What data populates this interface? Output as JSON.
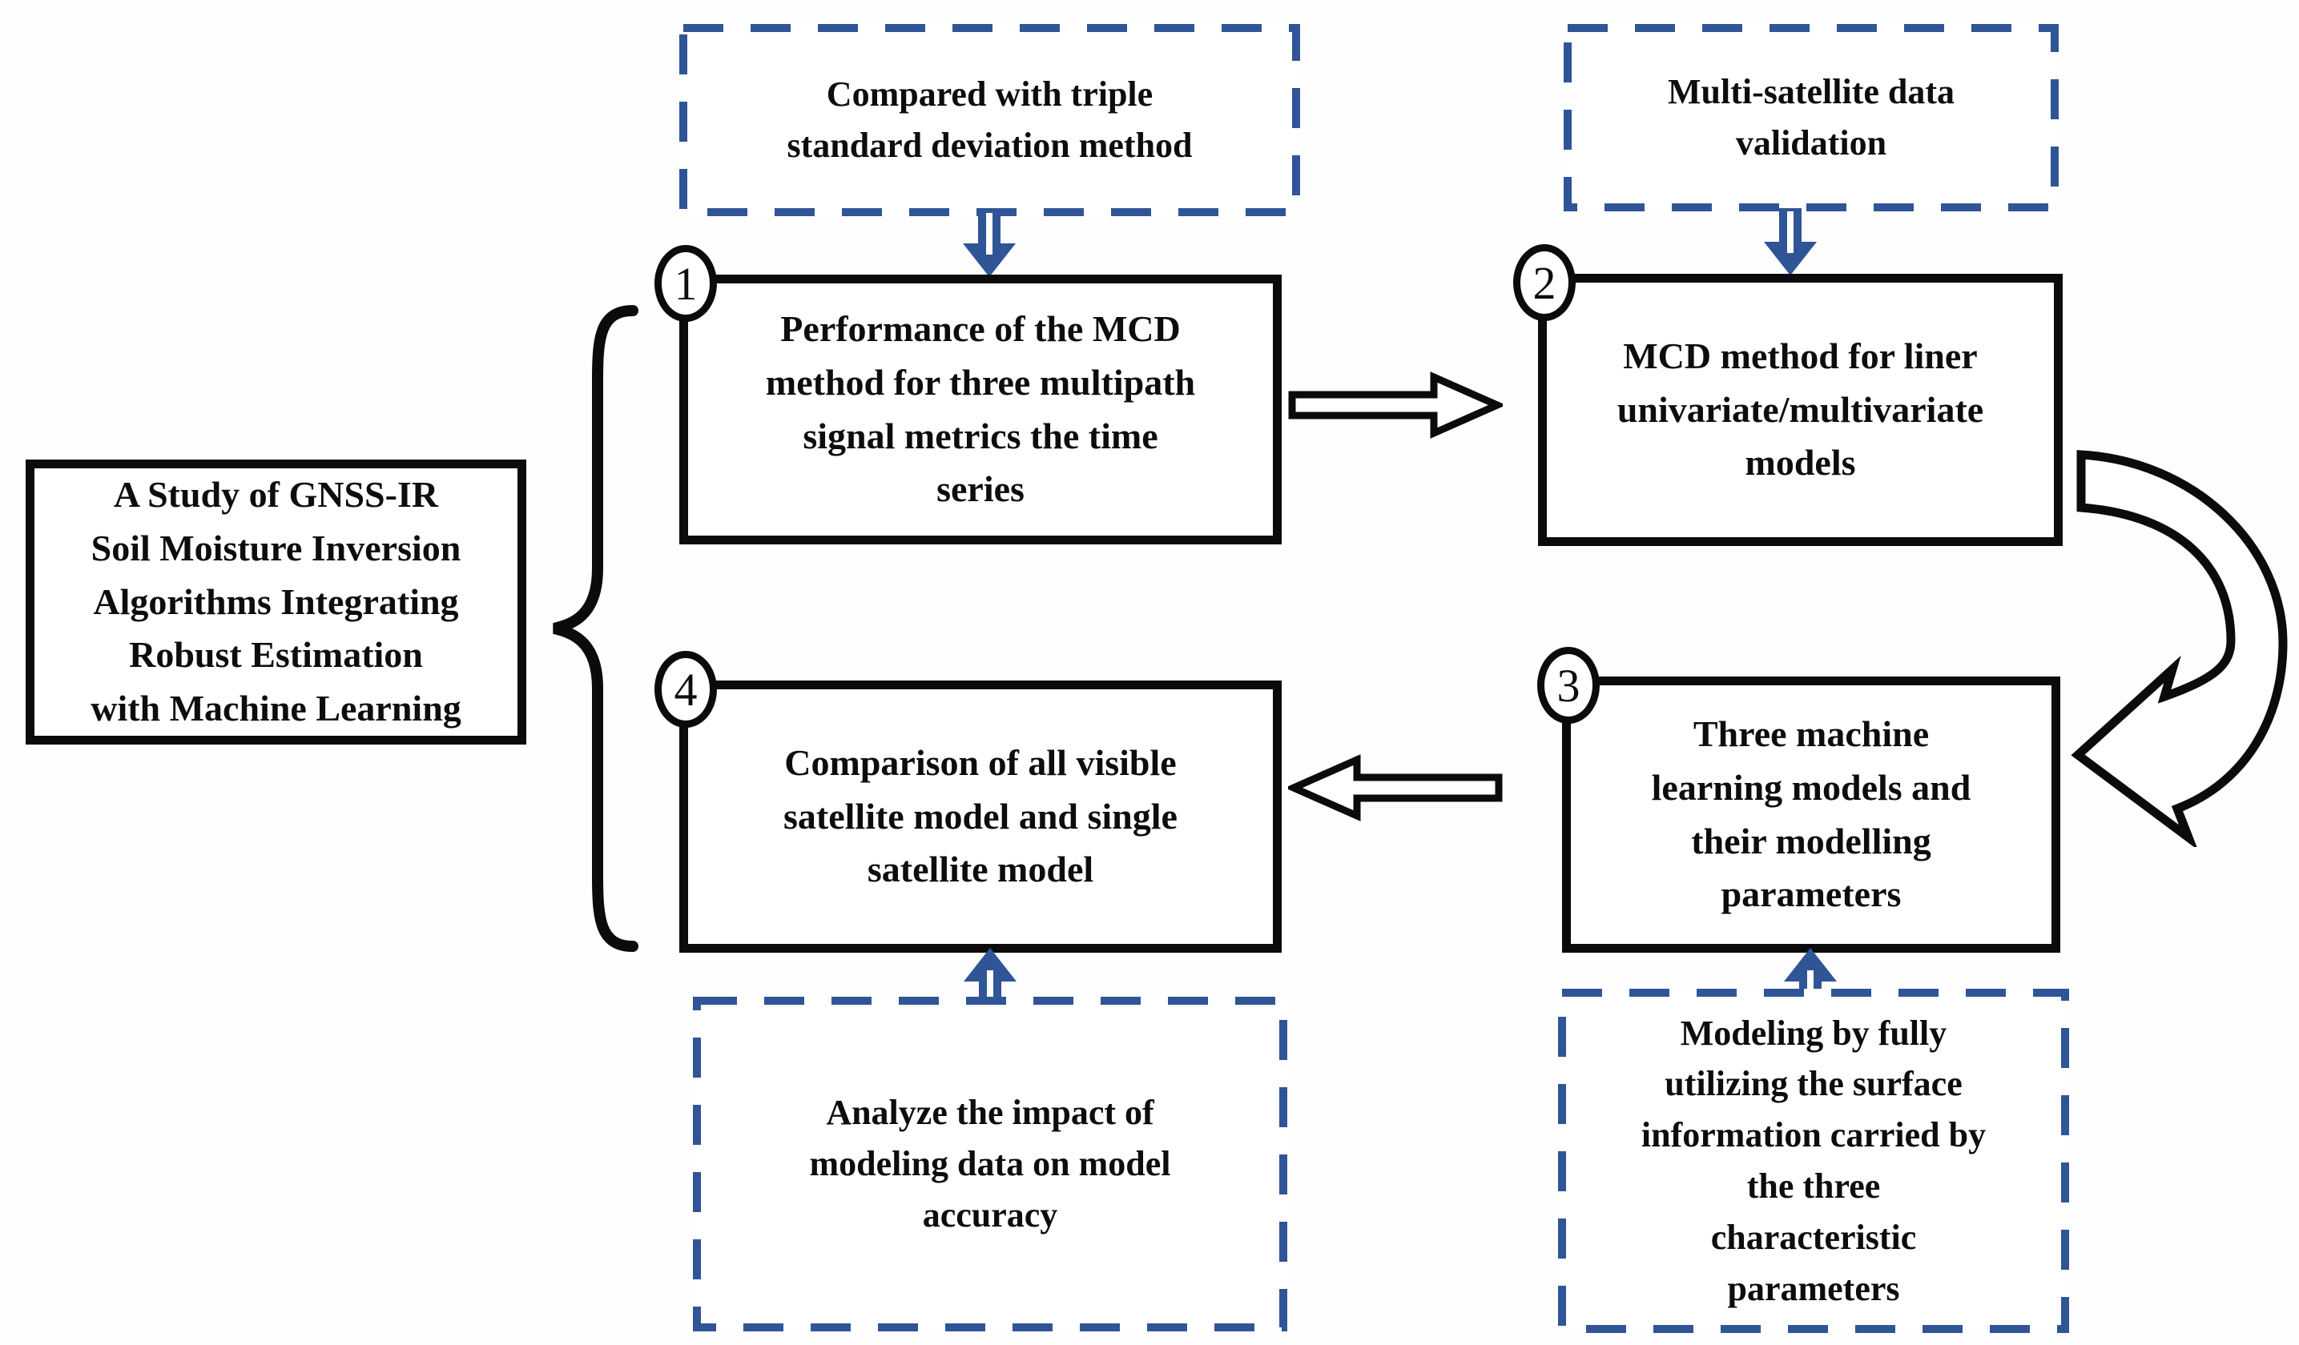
{
  "figure": {
    "title_box": {
      "lines": "A Study of GNSS-IR\nSoil Moisture Inversion\nAlgorithms Integrating\nRobust Estimation\nwith Machine Learning"
    },
    "steps": [
      {
        "number": "1",
        "text": "Performance of the MCD\nmethod for three multipath\nsignal metrics the time\nseries"
      },
      {
        "number": "2",
        "text": "MCD method for liner\nunivariate/multivariate\nmodels"
      },
      {
        "number": "3",
        "text": "Three machine\nlearning models and\ntheir modelling\nparameters"
      },
      {
        "number": "4",
        "text": "Comparison of all visible\nsatellite model and single\nsatellite model"
      }
    ],
    "notes": {
      "top_middle": "Compared with triple\nstandard deviation method",
      "top_right": "Multi-satellite data\nvalidation",
      "bottom_middle": "Analyze the impact of\nmodeling data on model\naccuracy",
      "bottom_right": "Modeling by fully\nutilizing the surface\ninformation carried by\nthe three\ncharacteristic\nparameters"
    },
    "colors": {
      "accent_blue": "#2F5597",
      "line_black": "#0b0b0b"
    }
  }
}
